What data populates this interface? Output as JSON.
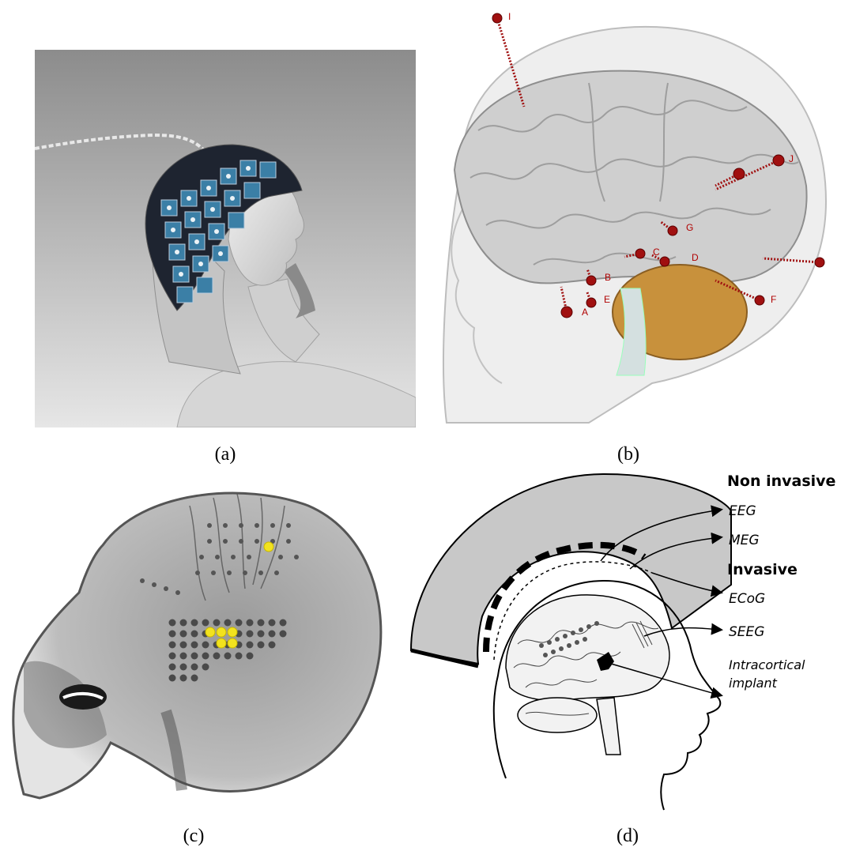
{
  "figure": {
    "captions": {
      "a": "(a)",
      "b": "(b)",
      "c": "(c)",
      "d": "(d)"
    },
    "panel_b": {
      "electrode_labels": [
        "I",
        "J",
        "G",
        "C",
        "D",
        "B",
        "E",
        "A",
        "F"
      ]
    },
    "panel_d": {
      "non_invasive_heading": "Non invasive",
      "eeg": "EEG",
      "meg": "MEG",
      "invasive_heading": "Invasive",
      "ecog": "ECoG",
      "seeg": "SEEG",
      "intracortical_line1": "Intracortical",
      "intracortical_line2": "implant"
    },
    "colors": {
      "electrode_red": "#a01010",
      "cerebellum_orange": "#c8913c",
      "ecog_yellow": "#f2e21e",
      "skull_gray": "#c8c8c8"
    }
  }
}
